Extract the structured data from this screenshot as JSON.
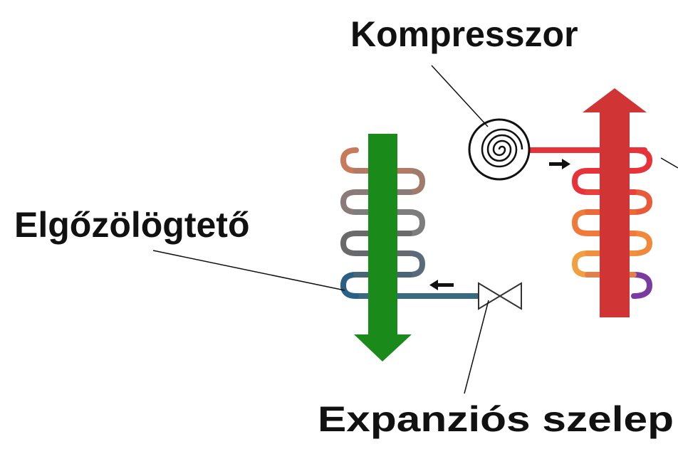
{
  "labels": {
    "compressor": "Kompresszor",
    "evaporator": "Elgőzölögtető",
    "expansion_valve": "Expanziós szelep"
  },
  "colors": {
    "cold_arrow": "#1a8a1a",
    "hot_arrow": "#d03434",
    "hot_pipe": "#e8323a",
    "warm_pipe": "#f08a3a",
    "cool_pipe": "#7d7d7d",
    "cold_pipe": "#2a5f86",
    "liquid_pipe": "#6a3fb0",
    "compressor_fill": "#ffffff",
    "outline": "#111111"
  },
  "flow_direction": {
    "top_pipe": "right",
    "bottom_pipe": "left"
  }
}
